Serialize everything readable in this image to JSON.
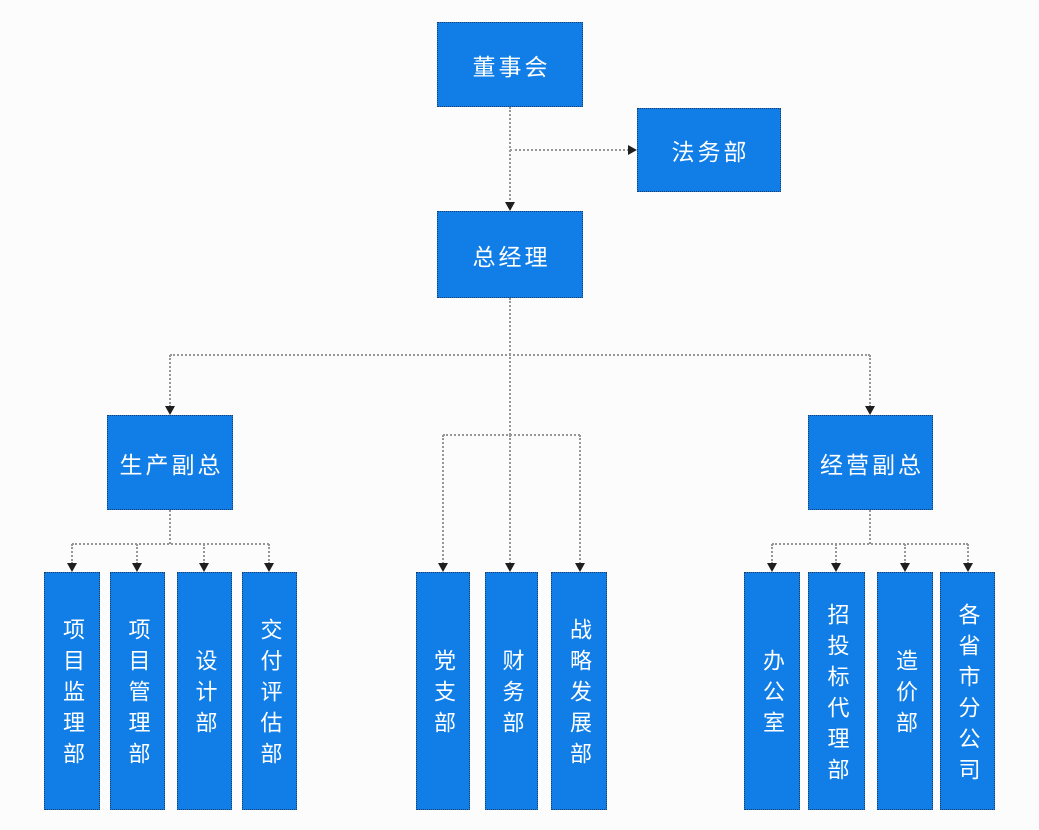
{
  "diagram": {
    "type": "org-chart",
    "colors": {
      "node_fill": "#117ee7",
      "node_text": "#ffffff",
      "connector": "#979797",
      "arrowhead": "#1f1f1f",
      "background": "#fcfcfc"
    },
    "nodes": {
      "board": "董事会",
      "legal": "法务部",
      "general_manager": "总经理",
      "production_vp": "生产副总",
      "operations_vp": "经营副总",
      "production_departments": [
        "项目监理部",
        "项目管理部",
        "设计部",
        "交付评估部"
      ],
      "gm_departments": [
        "党支部",
        "财务部",
        "战略发展部"
      ],
      "operations_departments": [
        "办公室",
        "招投标代理部",
        "造价部",
        "各省市分公司"
      ]
    }
  }
}
